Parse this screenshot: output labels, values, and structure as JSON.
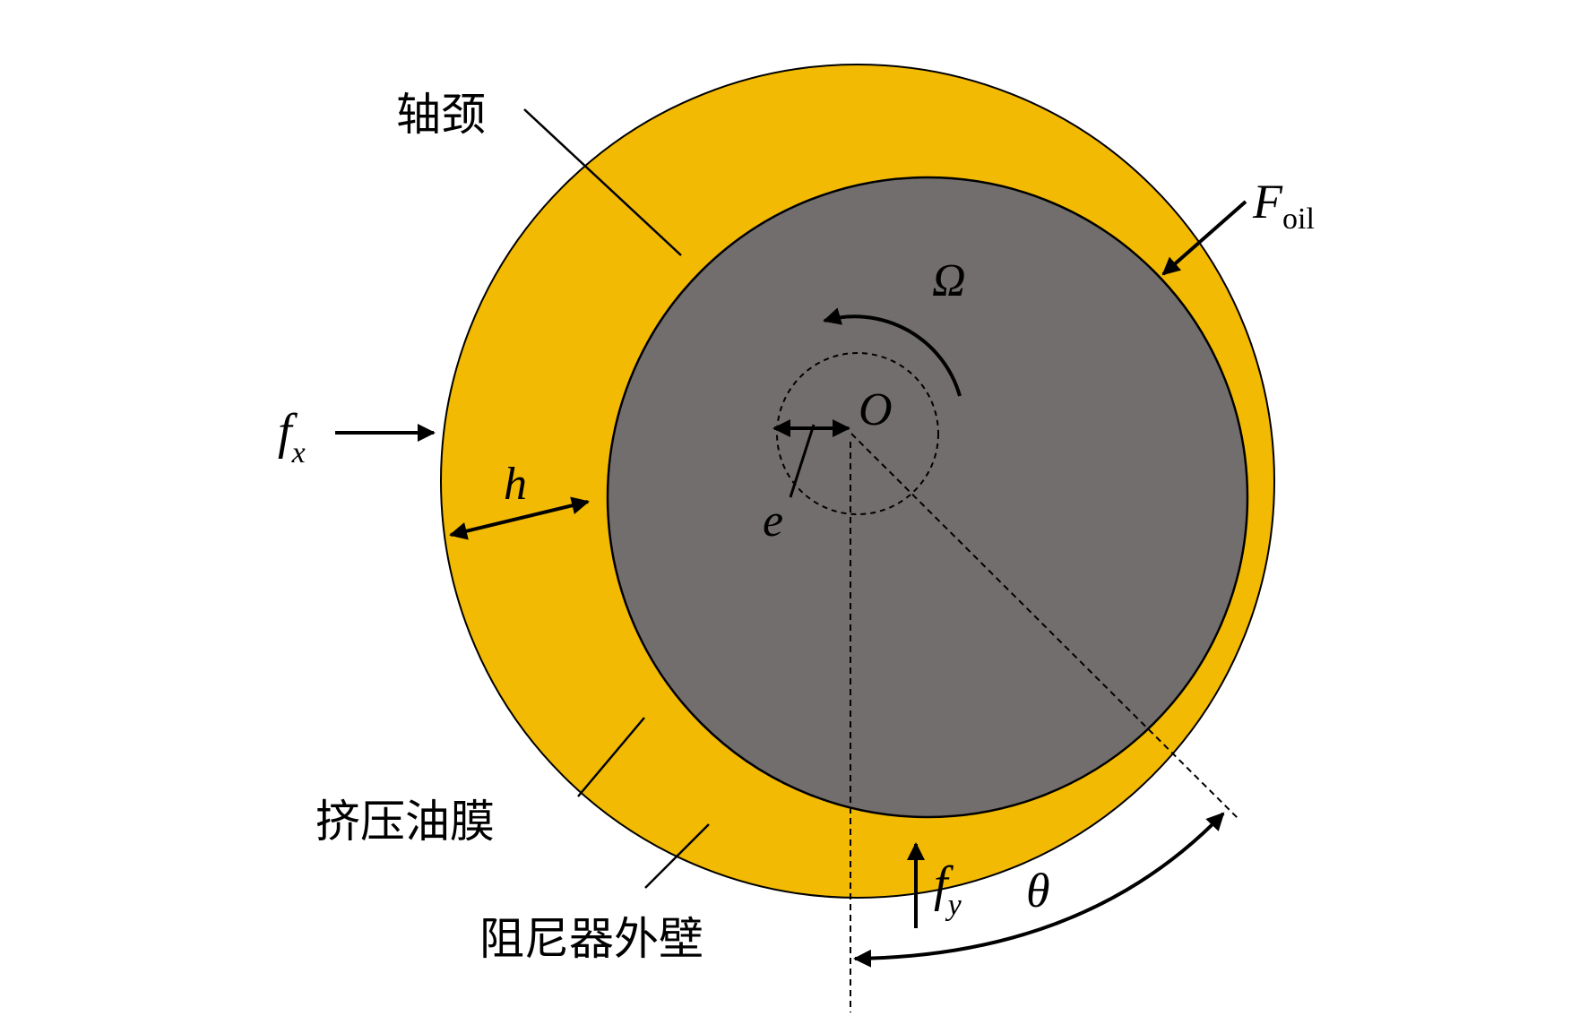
{
  "labels": {
    "journal": "轴颈",
    "oil_film": "挤压油膜",
    "damper_wall": "阻尼器外壁",
    "f_oil_main": "F",
    "f_oil_sub": "oil",
    "omega": "Ω",
    "center": "O",
    "eccentricity": "e",
    "film_thickness": "h",
    "fx_main": "f",
    "fx_sub": "x",
    "fy_main": "f",
    "fy_sub": "y",
    "theta": "θ"
  },
  "colors": {
    "oil_film": "#F2BA02",
    "journal": "#726E6D",
    "stroke": "#000000",
    "background": "#FFFFFF"
  }
}
